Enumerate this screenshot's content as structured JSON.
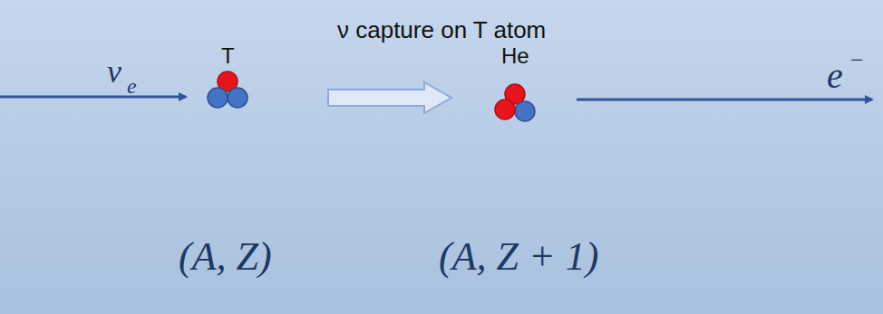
{
  "diagram": {
    "title": "ν capture on T atom",
    "nodes": [
      {
        "text": [
          "T"
        ]
      },
      {
        "text": [
          "He"
        ]
      }
    ],
    "edges": [
      {
        "from": 0,
        "to": 1,
        "arrow": "to"
      }
    ],
    "labels": [
      "ν",
      "e",
      "e",
      "−",
      "(A, Z)",
      "(A, Z + 1)"
    ]
  }
}
